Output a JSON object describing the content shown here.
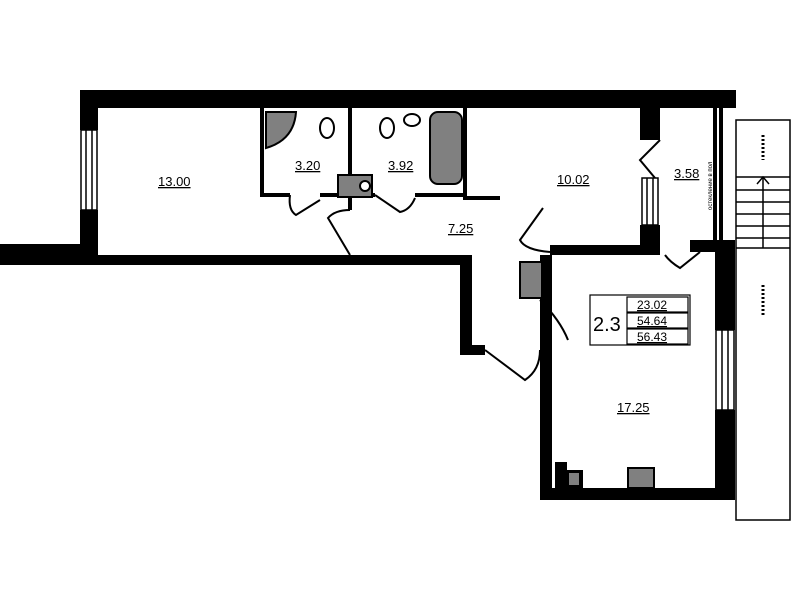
{
  "plan": {
    "rooms": [
      {
        "id": "living-room",
        "area": "13.00"
      },
      {
        "id": "bathroom-shower",
        "area": "3.20"
      },
      {
        "id": "bathroom-tub",
        "area": "3.92"
      },
      {
        "id": "bedroom",
        "area": "10.02"
      },
      {
        "id": "balcony",
        "area": "3.58"
      },
      {
        "id": "hallway",
        "area": "7.25"
      },
      {
        "id": "kitchen",
        "area": "17.25"
      }
    ],
    "summary": {
      "unit_number": "2.3",
      "living_area": "23.02",
      "total_area": "54.64",
      "total_area_with_balcony": "56.43"
    },
    "balcony_note": "остекление в пол",
    "colors": {
      "wall": "#000000",
      "fixture": "#808080",
      "background": "#ffffff"
    }
  }
}
